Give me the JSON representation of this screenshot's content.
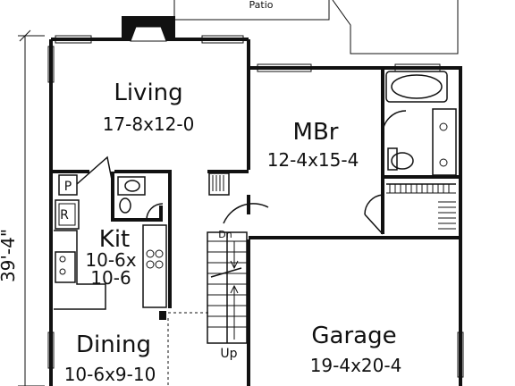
{
  "labels": {
    "patio": "Patio",
    "overall_depth": "39'-4\"",
    "living_name": "Living",
    "living_dim": "17-8x12-0",
    "mbr_name": "MBr",
    "mbr_dim": "12-4x15-4",
    "kit_name": "Kit",
    "kit_dim_a": "10-6x",
    "kit_dim_b": "10-6",
    "dining_name": "Dining",
    "dining_dim": "10-6x9-10",
    "garage_name": "Garage",
    "garage_dim": "19-4x20-4",
    "pantry": "P",
    "refrigerator": "R",
    "stair_down": "Dn",
    "stair_up": "Up"
  }
}
